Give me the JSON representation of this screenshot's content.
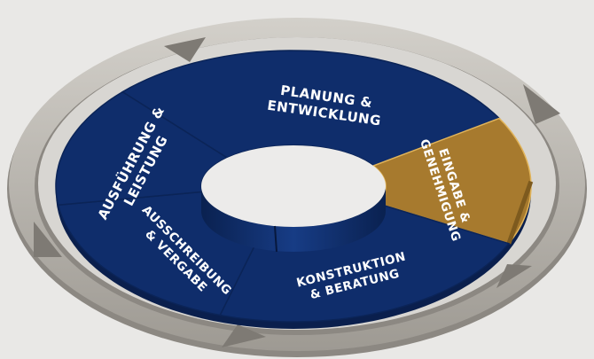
{
  "diagram": {
    "colors": {
      "background": "#e9e8e6",
      "outer_ring": "#bfbcb6",
      "outer_ring_dark": "#8e8a83",
      "segment_blue": "#0f2d6b",
      "segment_blue_edge": "#0a1f4d",
      "segment_gold": "#a77a2e",
      "segment_gold_edge": "#7d5a1e",
      "label": "#ffffff"
    },
    "segments": [
      {
        "id": "planung",
        "lines": [
          "PLANUNG &",
          "ENTWICKLUNG"
        ],
        "highlight": false
      },
      {
        "id": "eingabe",
        "lines": [
          "EINGABE &",
          "GENEHMIGUNG"
        ],
        "highlight": true
      },
      {
        "id": "konstruktion",
        "lines": [
          "KONSTRUKTION",
          "& BERATUNG"
        ],
        "highlight": false
      },
      {
        "id": "ausschreibung",
        "lines": [
          "AUSSCHREIBUNG",
          "& VERGABE"
        ],
        "highlight": false
      },
      {
        "id": "ausfuehrung",
        "lines": [
          "AUSFÜHRUNG &",
          "LEISTUNG"
        ],
        "highlight": false
      }
    ]
  }
}
